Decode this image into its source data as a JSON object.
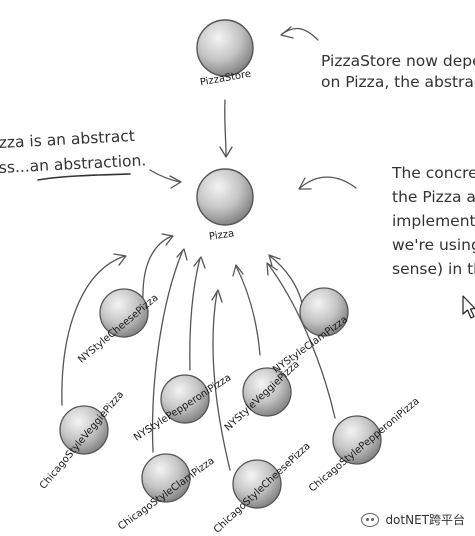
{
  "nodes": {
    "pizzastore": "PizzaStore",
    "pizza": "Pizza",
    "ny_cheese": "NYStyleCheesePizza",
    "ny_clam": "NYStyleClamPizza",
    "ny_pepperoni": "NYStylePepperoniPizza",
    "ny_veggie": "NYStyleVeggiePizza",
    "chicago_veggie": "ChicagoStyleVeggiePizza",
    "chicago_clam": "ChicagoStyleClamPizza",
    "chicago_cheese": "ChicagoStyleCheesePizza",
    "chicago_pepperoni": "ChicagoStylePepperoniPizza"
  },
  "notes": {
    "top_right": [
      "PizzaStore now depe",
      "on Pizza, the abstrac"
    ],
    "left": [
      "zza is an abstract",
      "ss...an abstraction."
    ],
    "right": [
      "The concret",
      "the Pizza a",
      "implement t",
      "we're using",
      "sense) in th"
    ]
  },
  "watermark": "dotNET跨平台",
  "colors": {
    "sphere_light": "#f2f2f2",
    "sphere_dark": "#8c8c8c",
    "ink": "#333333"
  }
}
